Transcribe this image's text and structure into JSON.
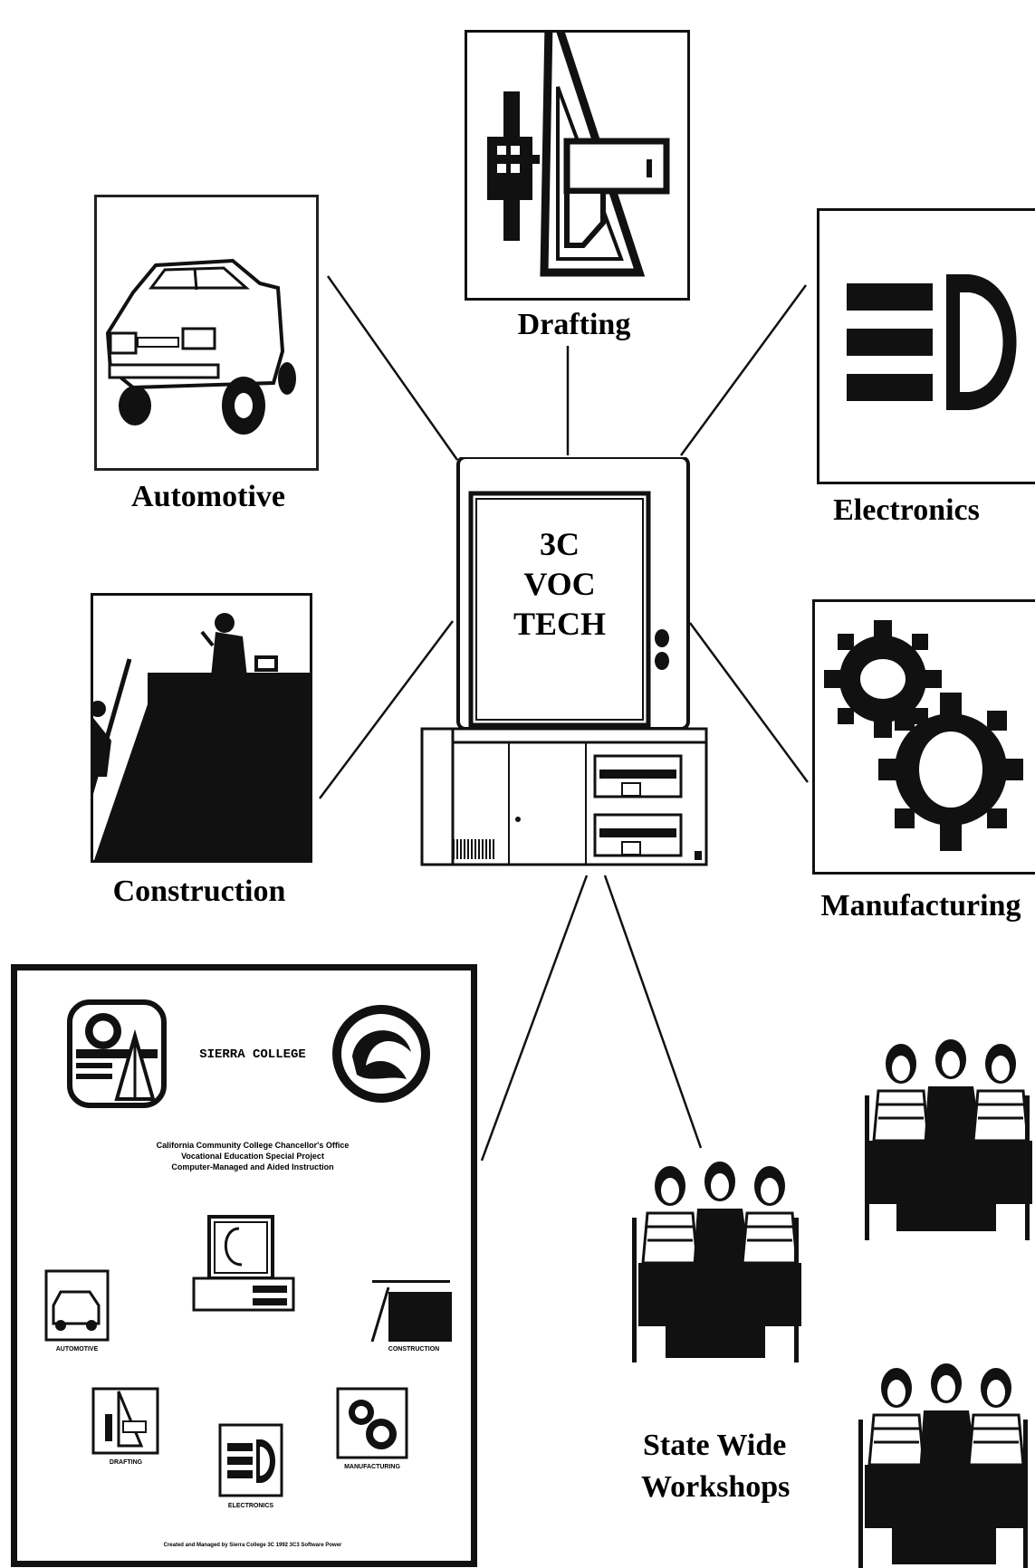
{
  "center": {
    "lines": [
      "3C",
      "VOC",
      "TECH"
    ]
  },
  "labels": {
    "drafting": "Drafting",
    "automotive": "Automotive",
    "electronics": "Electronics",
    "construction": "Construction",
    "manufacturing": "Manufacturing",
    "workshops_line1": "State Wide",
    "workshops_line2": "Workshops"
  },
  "cover": {
    "college": "SIERRA COLLEGE",
    "lines": [
      "California Community College Chancellor's Office",
      "Vocational Education Special Project",
      "Computer-Managed and Aided Instruction"
    ],
    "mini_labels": {
      "automotive": "AUTOMOTIVE",
      "construction": "CONSTRUCTION",
      "drafting": "DRAFTING",
      "electronics": "ELECTRONICS",
      "manufacturing": "MANUFACTURING"
    },
    "footer": "Created and Managed by Sierra College 3C 1992 3C3 Software Power"
  },
  "icons": {
    "monitor": "computer-icon",
    "drafting": "drafting-triangle-icon",
    "electronics": "logic-gate-icon",
    "manufacturing": "gears-icon",
    "automotive": "car-icon",
    "construction": "roofers-icon",
    "workshops": "people-at-table-icon"
  }
}
